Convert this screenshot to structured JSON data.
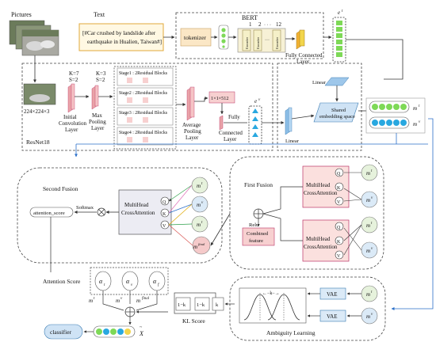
{
  "top": {
    "pictures_label": "Pictures",
    "text_label": "Text",
    "text_line1": "[#Car crushed by landslide after",
    "text_line2": "earthquake in Hualien, Taiwan#]",
    "bert_label": "BERT",
    "tokenizer_label": "tokenizer",
    "encoder_numbers": [
      "1",
      "2",
      "· · ·",
      "12"
    ],
    "encoder_label": "Encoder",
    "fc_layer_line1": "Fully Connected",
    "fc_layer_line2": "Layer",
    "e_t": "e",
    "e_t_sup": "t"
  },
  "resnet": {
    "input_size": "224×224×3",
    "conv_params_line1": "K=7",
    "conv_params_line2": "S=2",
    "conv_label_line1": "Initial",
    "conv_label_line2": "Convolution",
    "conv_label_line3": "Layer",
    "pool_params_line1": "K=3",
    "pool_params_line2": "S=2",
    "pool_label_line1": "Max",
    "pool_label_line2": "Pooling",
    "pool_label_line3": "Layer",
    "stages": [
      "Stage1 : 2Residual Blocks",
      "Stage2 : 2Residual Blocks",
      "Stage3 : 2Residual Blocks",
      "Stage4 : 2Residual Blocks"
    ],
    "avg_pool_line1": "Average",
    "avg_pool_line2": "Pooling",
    "avg_pool_line3": "Layer",
    "dim_label": "1×1×512",
    "fc_line1": "Fully",
    "fc_line2": "Connected",
    "fc_line3": "Layer",
    "e_v": "e",
    "e_v_sup": "v",
    "resnet_label": "ResNet18"
  },
  "shared": {
    "linear_top": "Linear",
    "linear_left": "Linear",
    "shared_line1": "Shared",
    "shared_line2": "embedding space",
    "m_t": "m",
    "m_t_sup": "t",
    "m_v": "m",
    "m_v_sup": "v"
  },
  "second_fusion": {
    "title": "Second Fusion",
    "mha_line1": "MultiHead",
    "mha_line2": "CrossAttention",
    "q": "Q",
    "k": "K",
    "v": "V",
    "softmax": "Softmax",
    "attention_score": "attention_score",
    "m_t": "m",
    "m_t_sup": "t",
    "m_v": "m",
    "m_v_sup": "v",
    "m_final": "m",
    "m_final_sup": "final"
  },
  "first_fusion": {
    "title": "First Fusion",
    "mha_line1": "MultiHead",
    "mha_line2": "CrossAttention",
    "q": "Q",
    "k": "K",
    "v": "V",
    "relu": "Relu",
    "combined_line1": "Combined",
    "combined_line2": "feature",
    "m_t": "m",
    "m_t_sup": "t",
    "m_v": "m",
    "m_v_sup": "v"
  },
  "attention": {
    "title": "Attention Score",
    "alpha_t": "α",
    "alpha_t_sub": "t",
    "alpha_v": "α",
    "alpha_v_sub": "v",
    "alpha_f": "α",
    "alpha_f_sub": "f",
    "m_t": "m",
    "m_t_sup": "t",
    "m_v": "m",
    "m_v_sup": "v",
    "m_final": "m",
    "m_final_sup": "final",
    "classifier": "classifier",
    "x_tilde": "X"
  },
  "kl": {
    "label": "KL Score",
    "box1": "1−k",
    "box2": "1−k",
    "box3": "k"
  },
  "ambiguity": {
    "label": "Ambiguity Learning",
    "k_label": "←−k−→",
    "vae": "VAE",
    "m_t": "m",
    "m_t_sup": "t",
    "m_v": "m",
    "m_v_sup": "v"
  },
  "colors": {
    "green_dot": "#7ed957",
    "blue_dot": "#29a8e0",
    "yellow_dot": "#f2d54b",
    "tokenizer_fill": "#fbe7c6",
    "encoder_fill": "#f5f0c8",
    "pink_box": "#f7d0d0",
    "vae_fill": "#dbeaf7",
    "circle_green": "#e6f2dc",
    "circle_blue": "#dbeaf7",
    "circle_pink": "#f5caca"
  }
}
